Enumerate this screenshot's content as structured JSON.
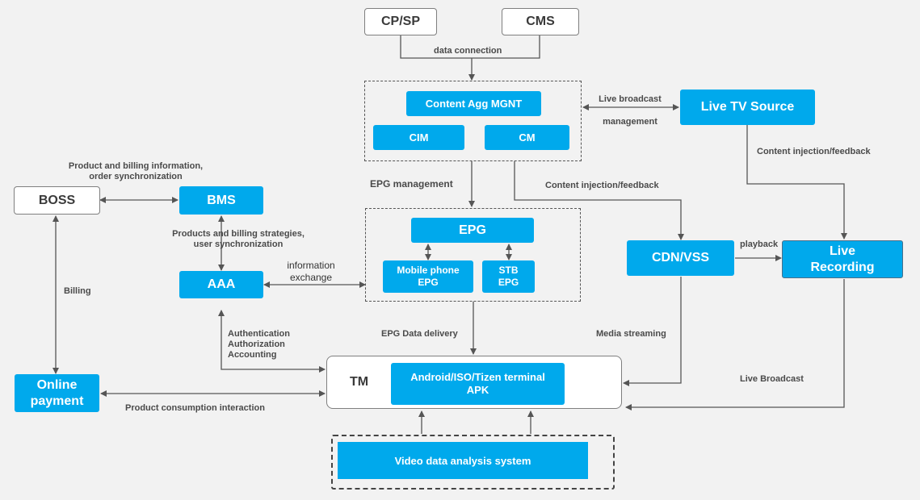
{
  "nodes": {
    "cpsp": "CP/SP",
    "cms": "CMS",
    "content_agg": "Content Agg MGNT",
    "cim": "CIM",
    "cm": "CM",
    "live_tv_source": "Live TV Source",
    "boss": "BOSS",
    "bms": "BMS",
    "aaa": "AAA",
    "epg": "EPG",
    "mobile_epg_line1": "Mobile phone",
    "mobile_epg_line2": "EPG",
    "stb_epg_line1": "STB",
    "stb_epg_line2": "EPG",
    "cdn_vss": "CDN/VSS",
    "live_recording_line1": "Live",
    "live_recording_line2": "Recording",
    "online_payment_line1": "Online",
    "online_payment_line2": "payment",
    "tm": "TM",
    "terminal_apk_line1": "Android/ISO/Tizen terminal",
    "terminal_apk_line2": "APK",
    "video_analysis": "Video data analysis system"
  },
  "labels": {
    "data_connection": "data connection",
    "live_broadcast_mgmt_line1": "Live broadcast",
    "live_broadcast_mgmt_line2": "management",
    "content_injection_right": "Content injection/feedback",
    "content_injection_mid": "Content injection/feedback",
    "product_billing_line1": "Product and billing information,",
    "product_billing_line2": "order synchronization",
    "epg_management": "EPG management",
    "products_strategies_line1": "Products and billing strategies,",
    "products_strategies_line2": "user synchronization",
    "info_exchange_line1": "information",
    "info_exchange_line2": "exchange",
    "playback": "playback",
    "billing": "Billing",
    "auth_line1": "Authentication",
    "auth_line2": "Authorization",
    "auth_line3": "Accounting",
    "epg_data_delivery": "EPG Data delivery",
    "media_streaming": "Media streaming",
    "live_broadcast": "Live Broadcast",
    "product_consumption": "Product consumption interaction"
  },
  "colors": {
    "accent": "#00a9ec",
    "background": "#f2f2f2",
    "line": "#555555"
  }
}
